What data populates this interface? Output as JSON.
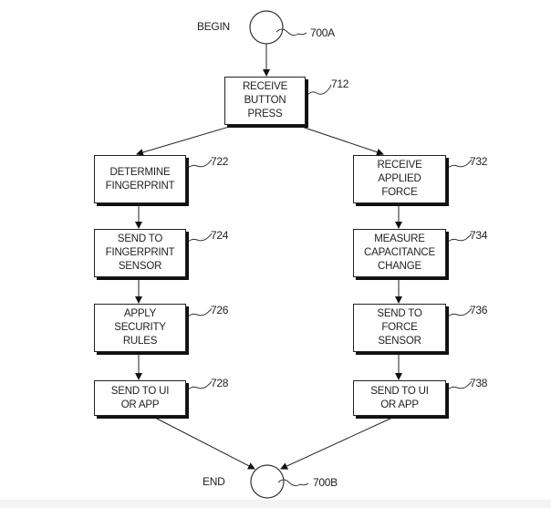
{
  "diagram": {
    "start": {
      "label": "BEGIN",
      "ref": "700A"
    },
    "end": {
      "label": "END",
      "ref": "700B"
    },
    "steps": [
      {
        "id": "712",
        "text": "RECEIVE\nBUTTON\nPRESS"
      },
      {
        "id": "722",
        "text": "DETERMINE\nFINGERPRINT"
      },
      {
        "id": "724",
        "text": "SEND TO\nFINGERPRINT\nSENSOR"
      },
      {
        "id": "726",
        "text": "APPLY\nSECURITY\nRULES"
      },
      {
        "id": "728",
        "text": "SEND TO UI\nOR APP"
      },
      {
        "id": "732",
        "text": "RECEIVE\nAPPLIED\nFORCE"
      },
      {
        "id": "734",
        "text": "MEASURE\nCAPACITANCE\nCHANGE"
      },
      {
        "id": "736",
        "text": "SEND TO\nFORCE\nSENSOR"
      },
      {
        "id": "738",
        "text": "SEND TO UI\nOR APP"
      }
    ],
    "edges": [
      [
        "700A",
        "712"
      ],
      [
        "712",
        "722"
      ],
      [
        "712",
        "732"
      ],
      [
        "722",
        "724"
      ],
      [
        "724",
        "726"
      ],
      [
        "726",
        "728"
      ],
      [
        "728",
        "700B"
      ],
      [
        "732",
        "734"
      ],
      [
        "734",
        "736"
      ],
      [
        "736",
        "738"
      ],
      [
        "738",
        "700B"
      ]
    ]
  }
}
